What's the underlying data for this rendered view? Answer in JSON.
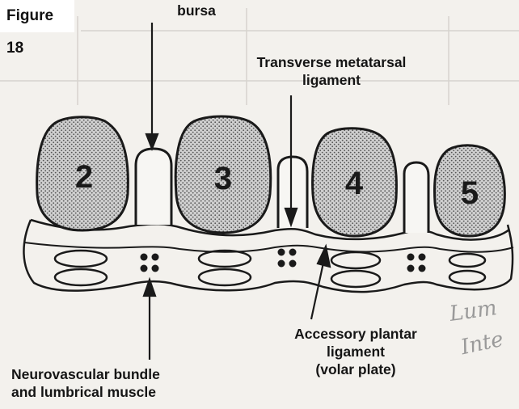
{
  "figure_label": "Figure 18",
  "labels": {
    "bursa": "bursa",
    "transverse_line1": "Transverse metatarsal",
    "transverse_line2": "ligament",
    "accessory_line1": "Accessory plantar",
    "accessory_line2": "ligament",
    "accessory_line3": "(volar plate)",
    "neuro_line1": "Neurovascular bundle",
    "neuro_line2": "and lumbrical muscle"
  },
  "metatarsal_numbers": [
    "2",
    "3",
    "4",
    "5"
  ],
  "handwriting": [
    "Lum",
    "Inte"
  ],
  "colors": {
    "paper": "#f3f1ed",
    "ink": "#1a1a1a",
    "stipple": "#9c9c9c",
    "handwriting": "#9a9a9a"
  }
}
